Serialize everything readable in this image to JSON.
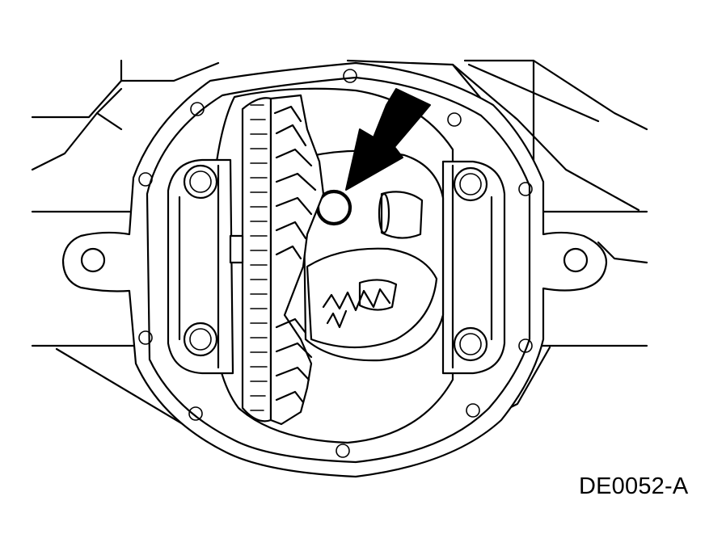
{
  "figure": {
    "id_label": "DE0052-A",
    "subject": "differential-carrier-housing",
    "callout": "arrow-pointing-to-o-ring",
    "colors": {
      "line": "#000000",
      "background": "#ffffff"
    }
  }
}
